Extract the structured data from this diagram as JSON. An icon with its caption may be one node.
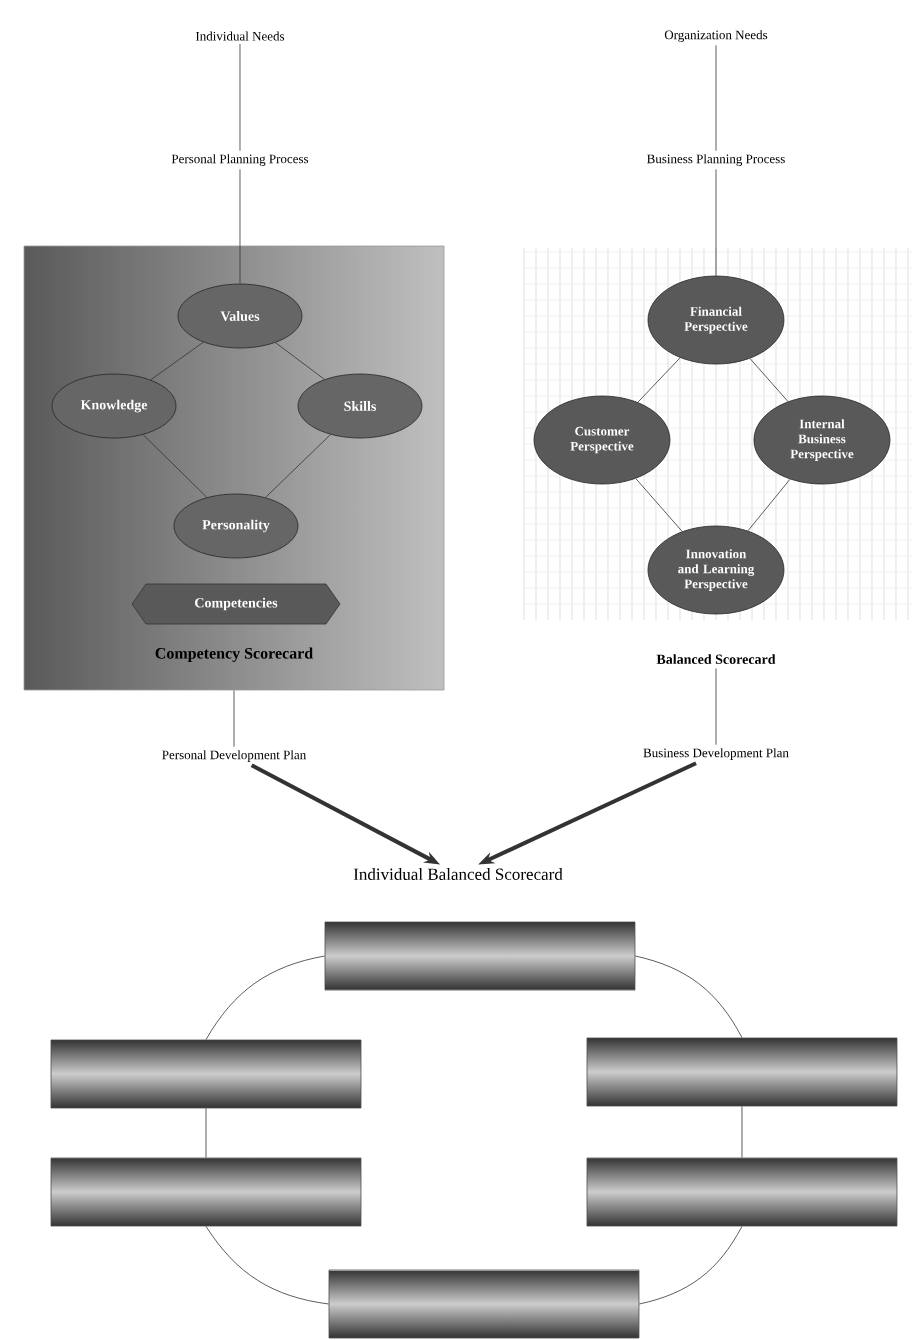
{
  "diagram": {
    "nodes": [
      {
        "text": [
          "Individual Needs"
        ]
      },
      {
        "text": [
          "Personal Planning Process"
        ]
      },
      {
        "text": [
          "Competency Scorecard"
        ]
      },
      {
        "text": [
          "Values"
        ],
        "in": 2
      },
      {
        "text": [
          "Knowledge"
        ],
        "in": 2
      },
      {
        "text": [
          "Skills"
        ],
        "in": 2
      },
      {
        "text": [
          "Personality"
        ],
        "in": 2
      },
      {
        "text": [
          "Competencies"
        ],
        "in": 2
      },
      {
        "text": [
          "Personal Development Plan"
        ]
      },
      {
        "text": [
          "Organization Needs"
        ]
      },
      {
        "text": [
          "Business Planning Process"
        ]
      },
      {
        "text": [
          "Balanced Scorecard"
        ]
      },
      {
        "text": [
          "Financial Perspective"
        ],
        "in": 11
      },
      {
        "text": [
          "Customer Perspective"
        ],
        "in": 11
      },
      {
        "text": [
          "Internal Business Perspective"
        ],
        "in": 11
      },
      {
        "text": [
          "Innovation and Learning Perspective"
        ],
        "in": 11
      },
      {
        "text": [
          "Business Development Plan"
        ]
      },
      {
        "text": [
          "Individual Balanced Scorecard"
        ]
      },
      {
        "text": [],
        "shape": "bar"
      },
      {
        "text": [],
        "shape": "bar"
      },
      {
        "text": [],
        "shape": "bar"
      },
      {
        "text": [],
        "shape": "bar"
      },
      {
        "text": [],
        "shape": "bar"
      },
      {
        "text": [],
        "shape": "bar"
      }
    ],
    "edges": [
      {
        "from": 0,
        "to": 1,
        "arrow": "none"
      },
      {
        "from": 1,
        "to": 3,
        "arrow": "none"
      },
      {
        "from": 3,
        "to": 4,
        "arrow": "none"
      },
      {
        "from": 3,
        "to": 5,
        "arrow": "none"
      },
      {
        "from": 4,
        "to": 6,
        "arrow": "none"
      },
      {
        "from": 5,
        "to": 6,
        "arrow": "none"
      },
      {
        "from": 2,
        "to": 8,
        "arrow": "none"
      },
      {
        "from": 8,
        "to": 17,
        "arrow": "to",
        "style": "thick"
      },
      {
        "from": 9,
        "to": 10,
        "arrow": "none"
      },
      {
        "from": 10,
        "to": 12,
        "arrow": "none"
      },
      {
        "from": 12,
        "to": 13,
        "arrow": "none"
      },
      {
        "from": 12,
        "to": 14,
        "arrow": "none"
      },
      {
        "from": 13,
        "to": 15,
        "arrow": "none"
      },
      {
        "from": 14,
        "to": 15,
        "arrow": "none"
      },
      {
        "from": 11,
        "to": 16,
        "arrow": "none"
      },
      {
        "from": 16,
        "to": 17,
        "arrow": "to",
        "style": "thick"
      },
      {
        "from": 18,
        "to": 19,
        "arrow": "none"
      },
      {
        "from": 18,
        "to": 20,
        "arrow": "none"
      },
      {
        "from": 19,
        "to": 21,
        "arrow": "none"
      },
      {
        "from": 20,
        "to": 22,
        "arrow": "none"
      },
      {
        "from": 21,
        "to": 23,
        "arrow": "none"
      },
      {
        "from": 22,
        "to": 23,
        "arrow": "none"
      }
    ]
  }
}
